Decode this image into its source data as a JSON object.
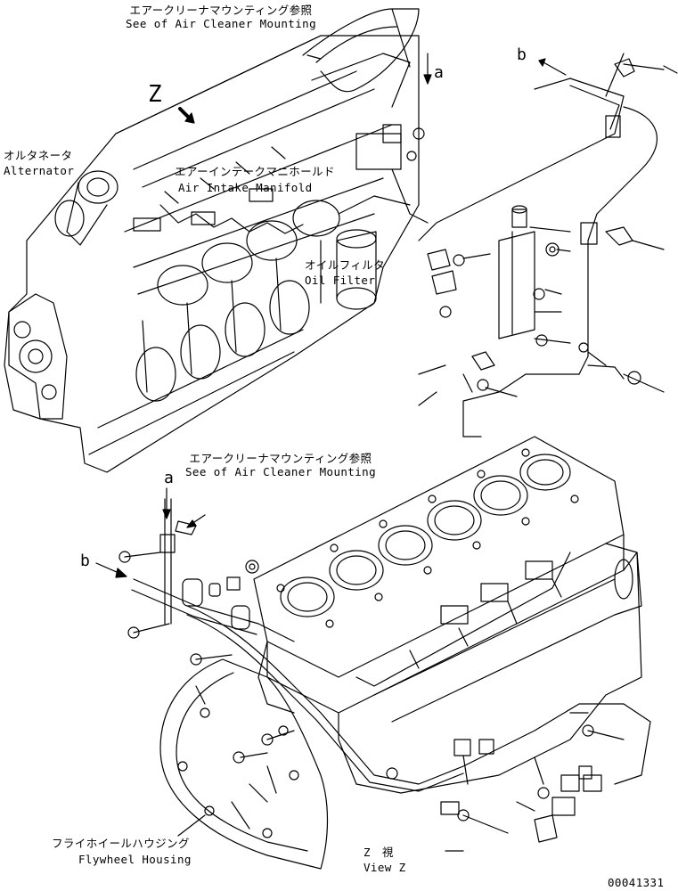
{
  "labels": {
    "air_cleaner_top_jp": "エアークリーナマウンティング参照",
    "air_cleaner_top_en": "See of Air Cleaner Mounting",
    "ref_a_top": "a",
    "ref_b_top": "b",
    "view_z_marker": "Z",
    "alternator_jp": "オルタネータ",
    "alternator_en": "Alternator",
    "intake_jp": "エアーインテークマニホールド",
    "intake_en": "Air Intake Manifold",
    "oil_filter_jp": "オイルフィルタ",
    "oil_filter_en": "Oil Filter",
    "air_cleaner_mid_jp": "エアークリーナマウンティング参照",
    "air_cleaner_mid_en": "See of Air Cleaner Mounting",
    "ref_a_mid": "a",
    "ref_b_mid": "b",
    "flywheel_jp": "フライホイールハウジング",
    "flywheel_en": "Flywheel Housing",
    "view_z_jp": "Z　視",
    "view_z_en": "View Z",
    "drawing_number": "00041331"
  },
  "colors": {
    "ink": "#000000",
    "paper": "#ffffff"
  }
}
